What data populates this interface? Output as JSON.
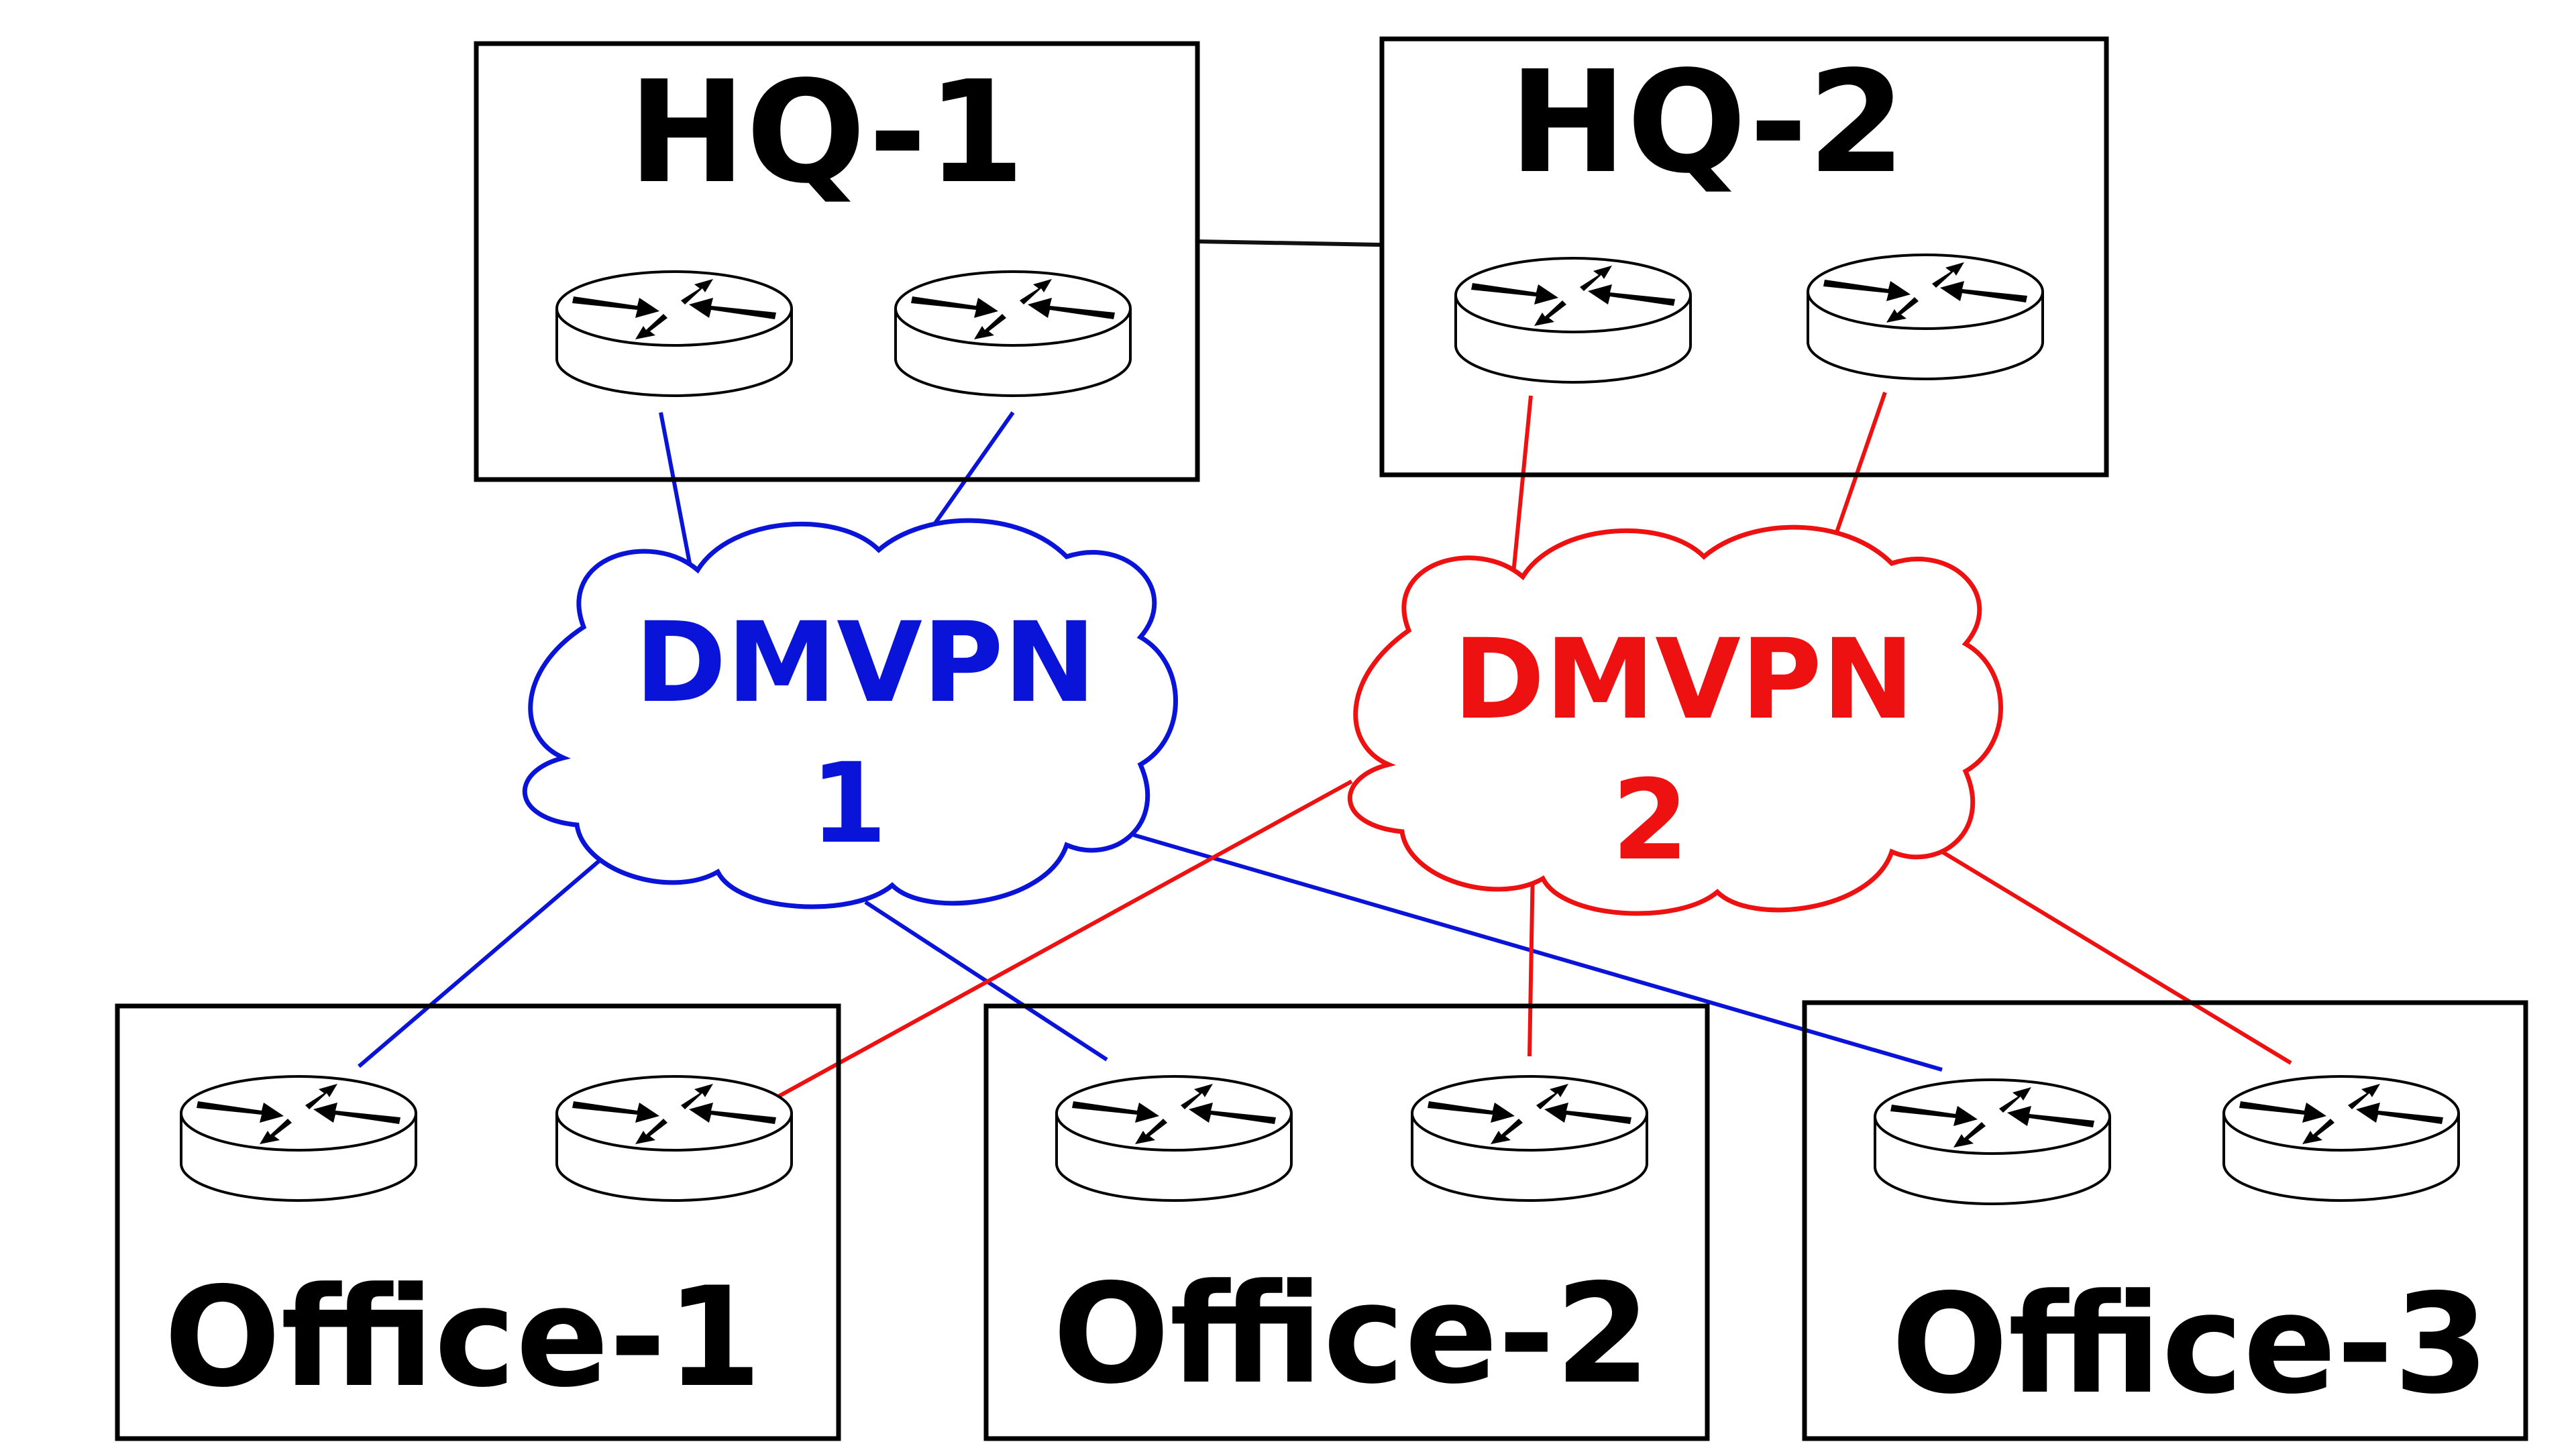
{
  "sites": {
    "hq1": {
      "label": "HQ-1"
    },
    "hq2": {
      "label": "HQ-2"
    },
    "office1": {
      "label": "Office-1"
    },
    "office2": {
      "label": "Office-2"
    },
    "office3": {
      "label": "Office-3"
    }
  },
  "clouds": {
    "dmvpn1": {
      "line1": "DMVPN",
      "line2": "1",
      "color": "#0a14d8"
    },
    "dmvpn2": {
      "line1": "DMVPN",
      "line2": "2",
      "color": "#ee1111"
    }
  },
  "router_icon": "router-icon",
  "link_colors": {
    "lan": "#111111",
    "dmvpn1": "#0a14d8",
    "dmvpn2": "#ee1111"
  }
}
